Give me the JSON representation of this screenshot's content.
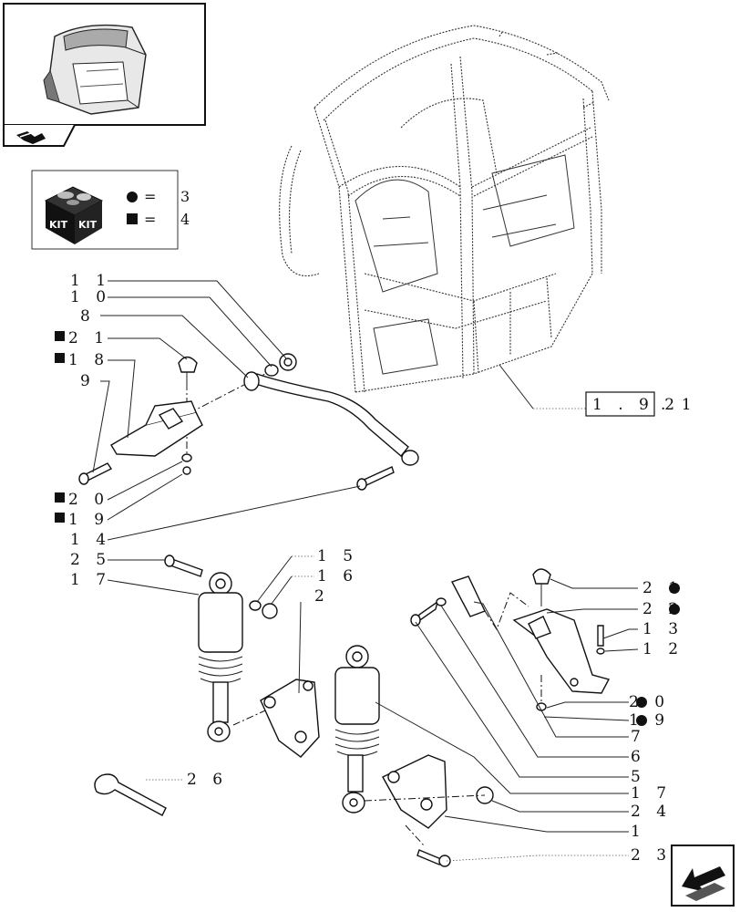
{
  "kit": {
    "icon_text_left": "KIT",
    "icon_text_right": "KIT",
    "circle_count": "3",
    "square_count": "4",
    "equals": "="
  },
  "reference": {
    "box_text": "1 . 9 2",
    "suffix": ". 1"
  },
  "callouts": [
    {
      "id": "c11",
      "text": "1 1"
    },
    {
      "id": "c10",
      "text": "1 0"
    },
    {
      "id": "c8",
      "text": "8"
    },
    {
      "id": "c21a",
      "text": "2 1"
    },
    {
      "id": "c18",
      "text": "1 8"
    },
    {
      "id": "c9",
      "text": "9"
    },
    {
      "id": "c20a",
      "text": "2 0"
    },
    {
      "id": "c19a",
      "text": "1 9"
    },
    {
      "id": "c14",
      "text": "1 4"
    },
    {
      "id": "c25",
      "text": "2 5"
    },
    {
      "id": "c17a",
      "text": "1 7"
    },
    {
      "id": "c15",
      "text": "1 5"
    },
    {
      "id": "c16",
      "text": "1 6"
    },
    {
      "id": "c2",
      "text": "2"
    },
    {
      "id": "c21b",
      "text": "2 1"
    },
    {
      "id": "c22",
      "text": "2 2"
    },
    {
      "id": "c13",
      "text": "1 3"
    },
    {
      "id": "c12",
      "text": "1 2"
    },
    {
      "id": "c20b",
      "text": "2 0"
    },
    {
      "id": "c19b",
      "text": "1 9"
    },
    {
      "id": "c7",
      "text": "7"
    },
    {
      "id": "c6",
      "text": "6"
    },
    {
      "id": "c5",
      "text": "5"
    },
    {
      "id": "c17b",
      "text": "1 7"
    },
    {
      "id": "c24",
      "text": "2 4"
    },
    {
      "id": "c1",
      "text": "1"
    },
    {
      "id": "c26",
      "text": "2 6"
    },
    {
      "id": "c23",
      "text": "2 3"
    }
  ]
}
